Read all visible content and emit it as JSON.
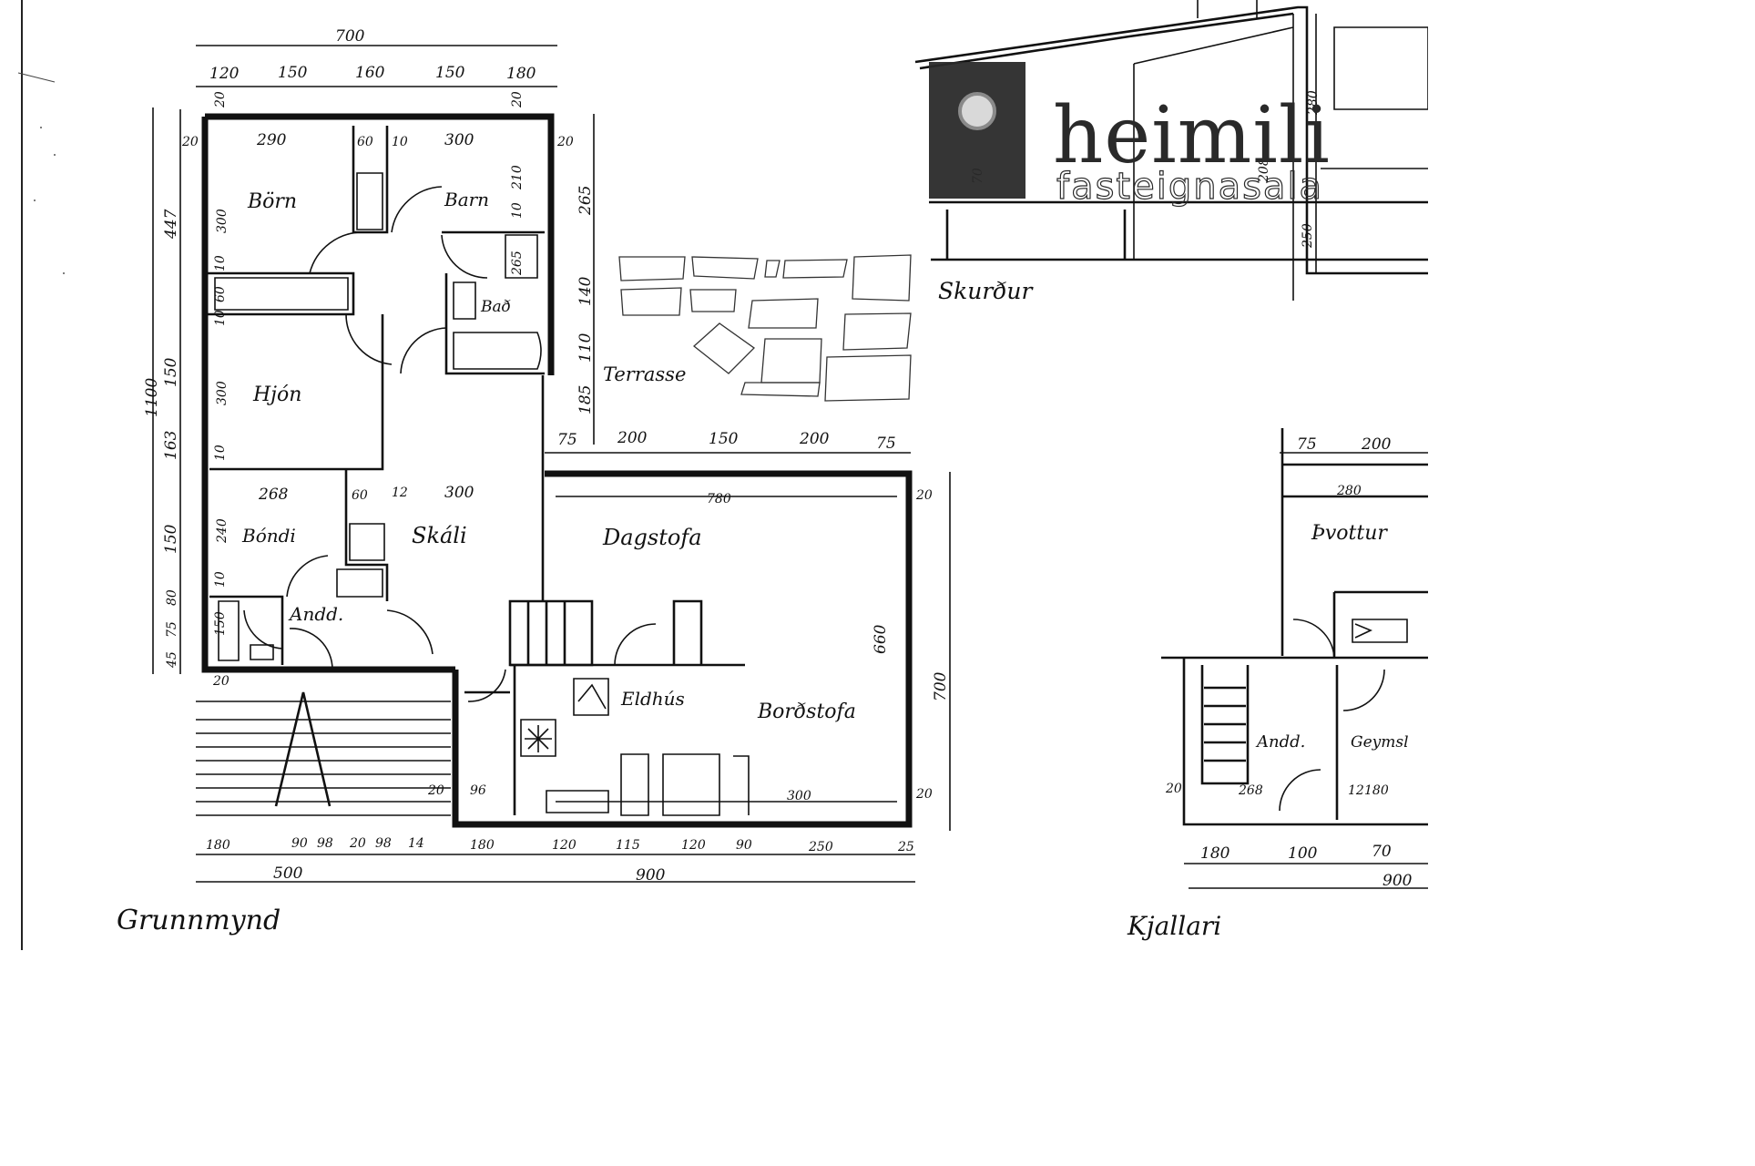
{
  "logo": {
    "brand": "heimili",
    "tagline": "fasteignasala"
  },
  "rooms": {
    "born": "Börn",
    "barn": "Barn",
    "bad": "Bað",
    "hjon": "Hjón",
    "terrasse": "Terrasse",
    "bondi": "Bóndi",
    "skali": "Skáli",
    "dagstofa": "Dagstofa",
    "andd_main": "Andd.",
    "eldhus": "Eldhús",
    "bordstofa": "Borðstofa",
    "skurdur": "Skurður",
    "throttur": "Þvottur",
    "andd_kjallari": "Andd.",
    "geymsla": "Geymsl"
  },
  "titles": {
    "grunnmynd": "Grunnmynd",
    "kjallari": "Kjallari"
  },
  "dimensions": {
    "top_total": "700",
    "top_parts": [
      "120",
      "150",
      "160",
      "150",
      "180"
    ],
    "left_total": "1100",
    "left_upper": "447",
    "left_parts": [
      "150",
      "163",
      "150",
      "80",
      "75",
      "45"
    ],
    "inner_left": [
      "20",
      "300",
      "10",
      "60",
      "10",
      "300",
      "10",
      "240",
      "10",
      "150",
      "20"
    ],
    "row1": [
      "20",
      "290",
      "60",
      "10",
      "300",
      "20"
    ],
    "row2": [
      "268",
      "60",
      "12",
      "300"
    ],
    "right_col": [
      "265",
      "140",
      "110",
      "185"
    ],
    "bath_marks": [
      "210",
      "10",
      "265",
      "20"
    ],
    "dagstofa_top": [
      "75",
      "200",
      "150",
      "200",
      "75"
    ],
    "dagstofa_width": "780",
    "right_side": [
      "20",
      "660",
      "700",
      "20"
    ],
    "kitchen_bottom": "300",
    "bottom_parts": [
      "180",
      "90",
      "98",
      "20",
      "98",
      "14",
      "180",
      "120",
      "115",
      "120",
      "90",
      "250",
      "25"
    ],
    "bottom_totals": [
      "500",
      "900"
    ],
    "stair_left": [
      "20",
      "96"
    ],
    "section_heights": [
      "280",
      "70",
      "208",
      "250"
    ],
    "kj_top": [
      "75",
      "200"
    ],
    "kj_width": "280",
    "kj_side": "20",
    "kj_row": [
      "268",
      "12",
      "180"
    ],
    "kj_bottom": [
      "180",
      "100",
      "70"
    ],
    "kj_total": "900"
  }
}
